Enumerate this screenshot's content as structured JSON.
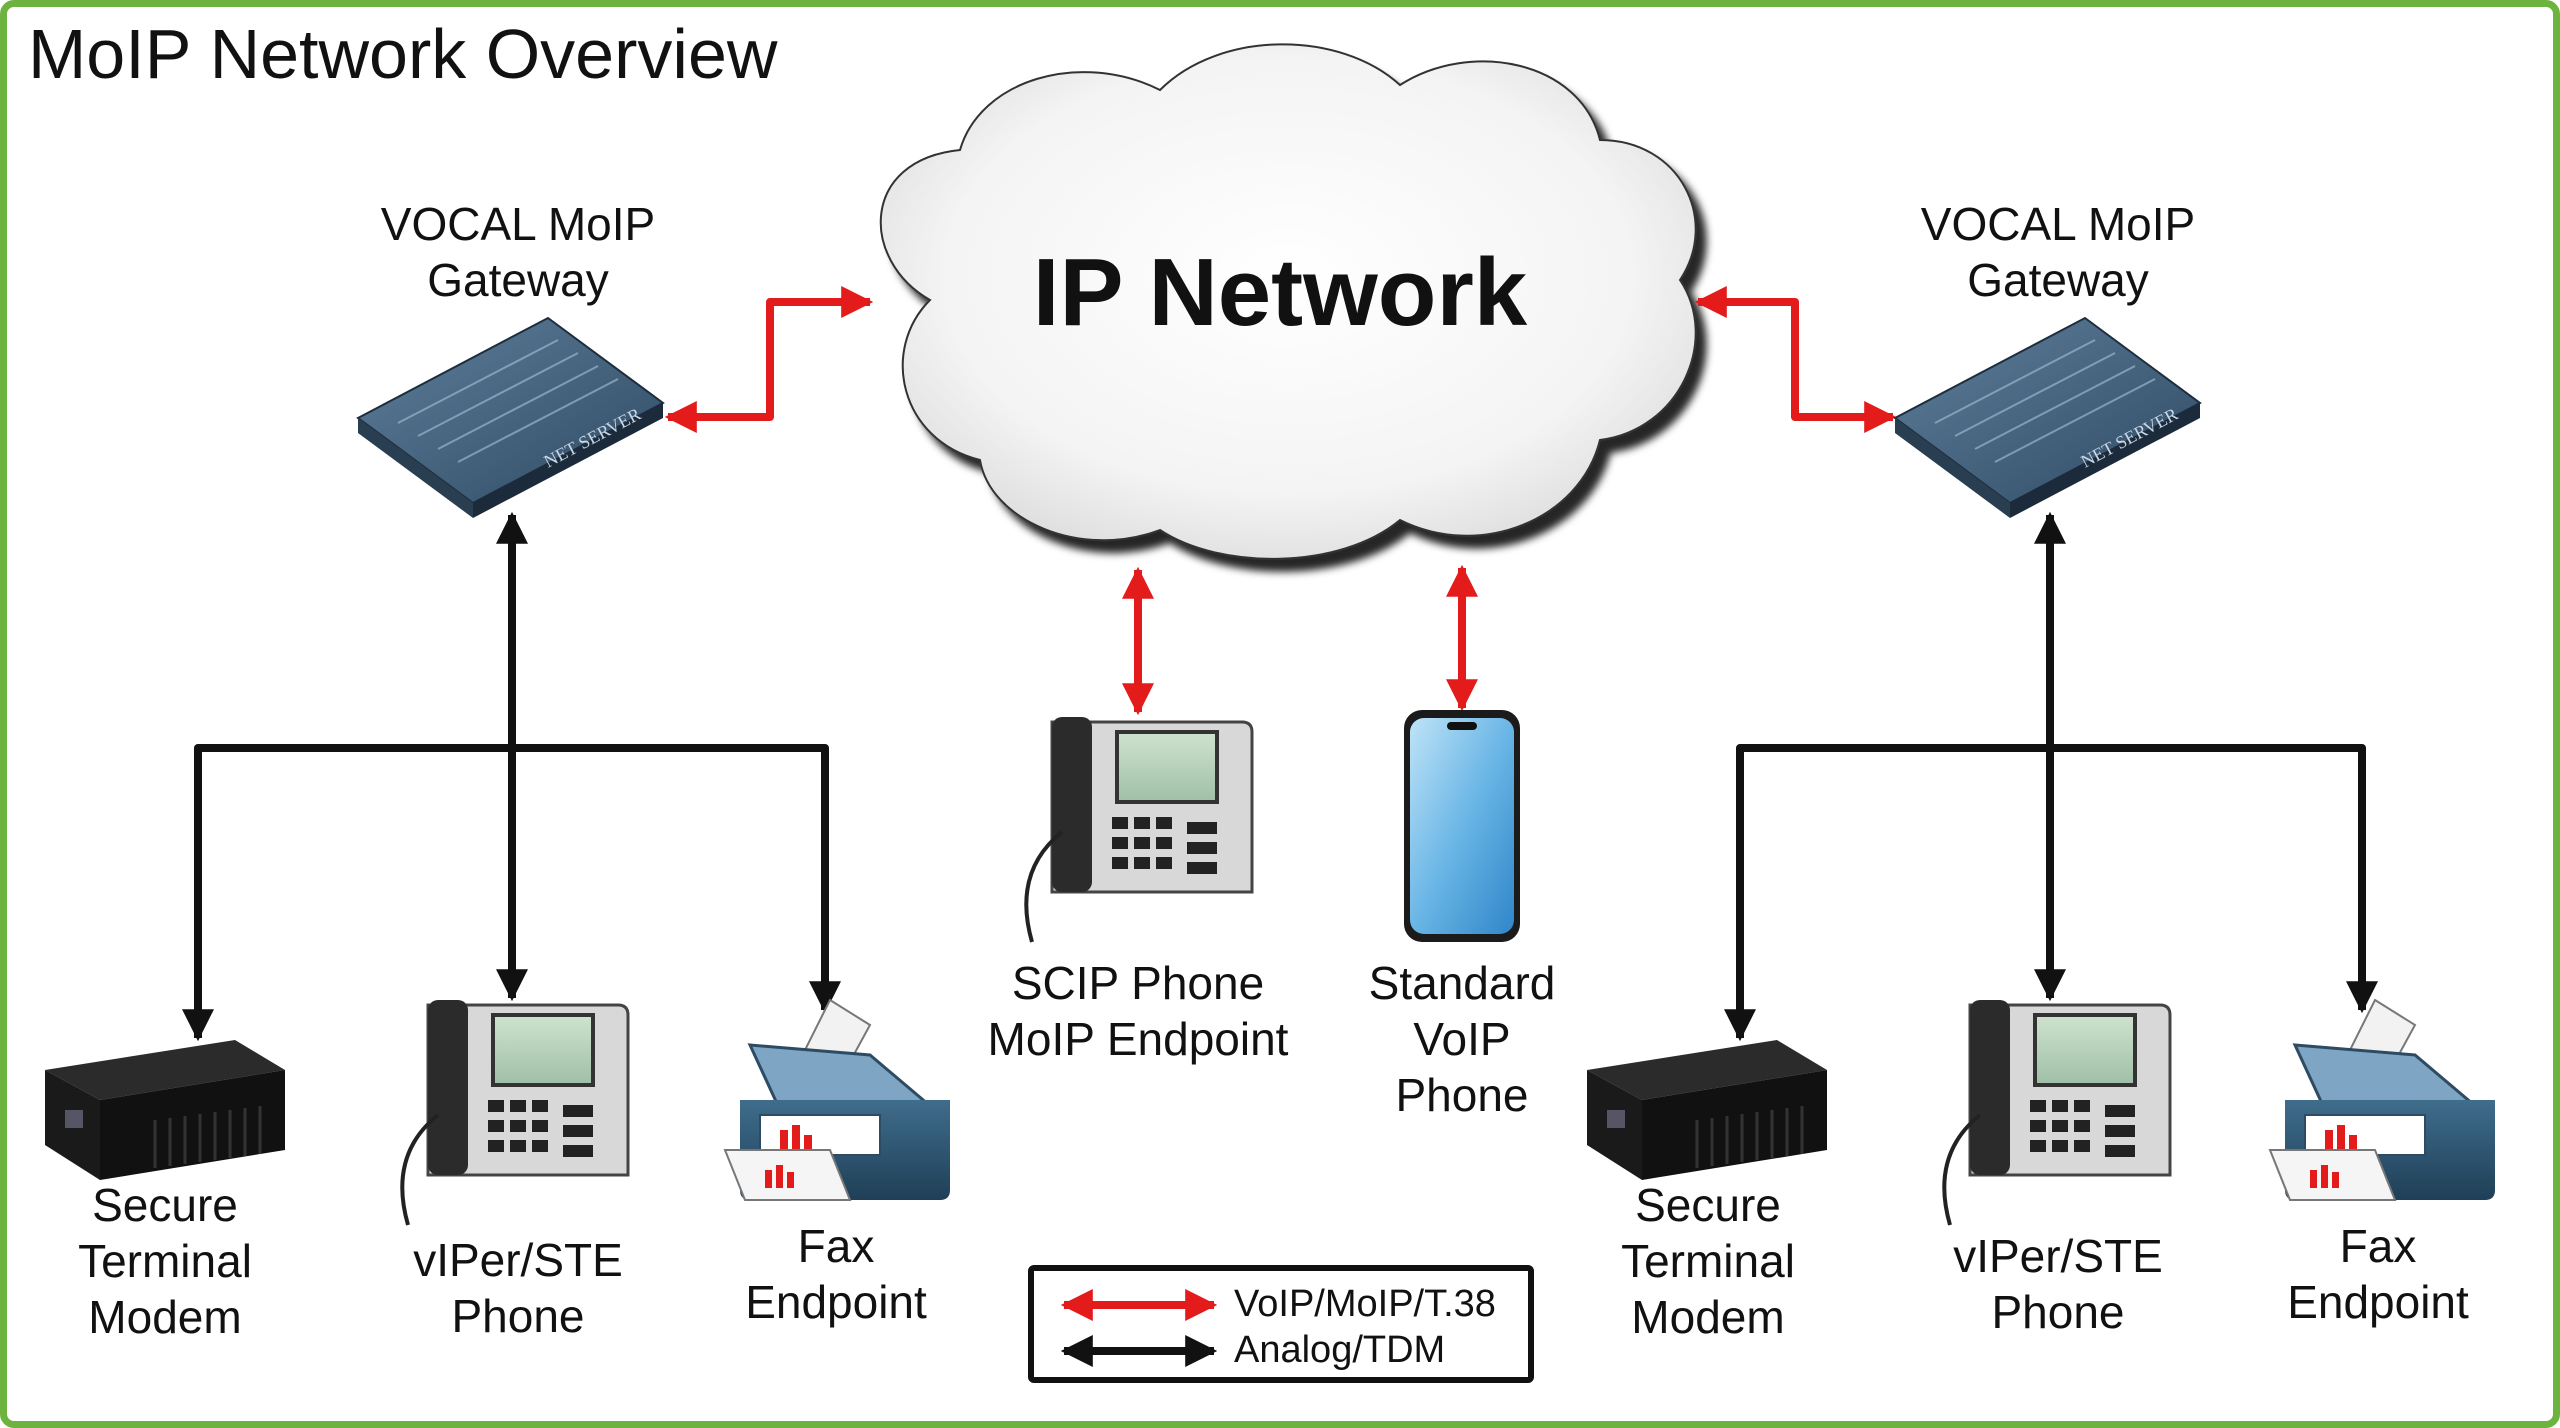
{
  "title": "MoIP Network Overview",
  "cloud": {
    "label": "IP Network"
  },
  "left_gateway": {
    "line1": "VOCAL MoIP",
    "line2": "Gateway"
  },
  "right_gateway": {
    "line1": "VOCAL MoIP",
    "line2": "Gateway"
  },
  "device_brand": "NET SERVER",
  "left_endpoints": {
    "modem": {
      "line1": "Secure",
      "line2": "Terminal",
      "line3": "Modem"
    },
    "phone": {
      "line1": "vIPer/STE",
      "line2": "Phone"
    },
    "fax": {
      "line1": "Fax",
      "line2": "Endpoint"
    }
  },
  "right_endpoints": {
    "modem": {
      "line1": "Secure",
      "line2": "Terminal",
      "line3": "Modem"
    },
    "phone": {
      "line1": "vIPer/STE",
      "line2": "Phone"
    },
    "fax": {
      "line1": "Fax",
      "line2": "Endpoint"
    }
  },
  "center_endpoints": {
    "scip": {
      "line1": "SCIP Phone",
      "line2": "MoIP Endpoint"
    },
    "voip": {
      "line1": "Standard",
      "line2": "VoIP",
      "line3": "Phone"
    }
  },
  "legend": {
    "items": [
      {
        "label": "VoIP/MoIP/T.38",
        "color": "#e31b1b"
      },
      {
        "label": "Analog/TDM",
        "color": "#111111"
      }
    ]
  },
  "colors": {
    "border": "#6db33f",
    "ip_link": "#e31b1b",
    "analog_link": "#111111"
  }
}
